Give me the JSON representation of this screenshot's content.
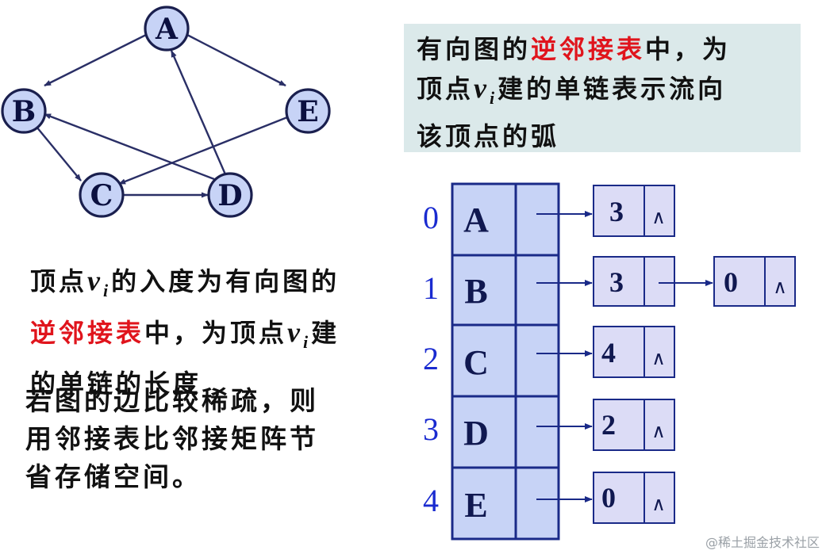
{
  "graph": {
    "nodes": [
      "A",
      "B",
      "E",
      "C",
      "D"
    ]
  },
  "info_box": {
    "line1_pre": "有向图的",
    "line1_red": "逆邻接表",
    "line1_post": "中，为",
    "line2_pre": "顶点",
    "var": "v",
    "sub": "i",
    "line2_post": "建的单链表示流向",
    "line3": "该顶点的弧"
  },
  "indegree_note": {
    "line1_pre": "顶点",
    "var": "v",
    "sub": "i",
    "line1_post": "的入度为有向图的",
    "line2_red": "逆邻接表",
    "line2_mid": "中，为顶点",
    "line2_end": "建",
    "line3": "的单链的长度"
  },
  "sparse_note": {
    "line1": "若图的边比较稀疏，则",
    "line2": "用邻接表比邻接矩阵节",
    "line3": "省存储空间。"
  },
  "table": {
    "rows": [
      {
        "index": "0",
        "vertex": "A",
        "nodes": [
          {
            "val": "3",
            "null": "∧"
          }
        ]
      },
      {
        "index": "1",
        "vertex": "B",
        "nodes": [
          {
            "val": "3",
            "null": ""
          },
          {
            "val": "0",
            "null": "∧"
          }
        ]
      },
      {
        "index": "2",
        "vertex": "C",
        "nodes": [
          {
            "val": "4",
            "null": "∧"
          }
        ]
      },
      {
        "index": "3",
        "vertex": "D",
        "nodes": [
          {
            "val": "2",
            "null": "∧"
          }
        ]
      },
      {
        "index": "4",
        "vertex": "E",
        "nodes": [
          {
            "val": "0",
            "null": "∧"
          }
        ]
      }
    ]
  },
  "watermark": "@稀土掘金技术社区"
}
